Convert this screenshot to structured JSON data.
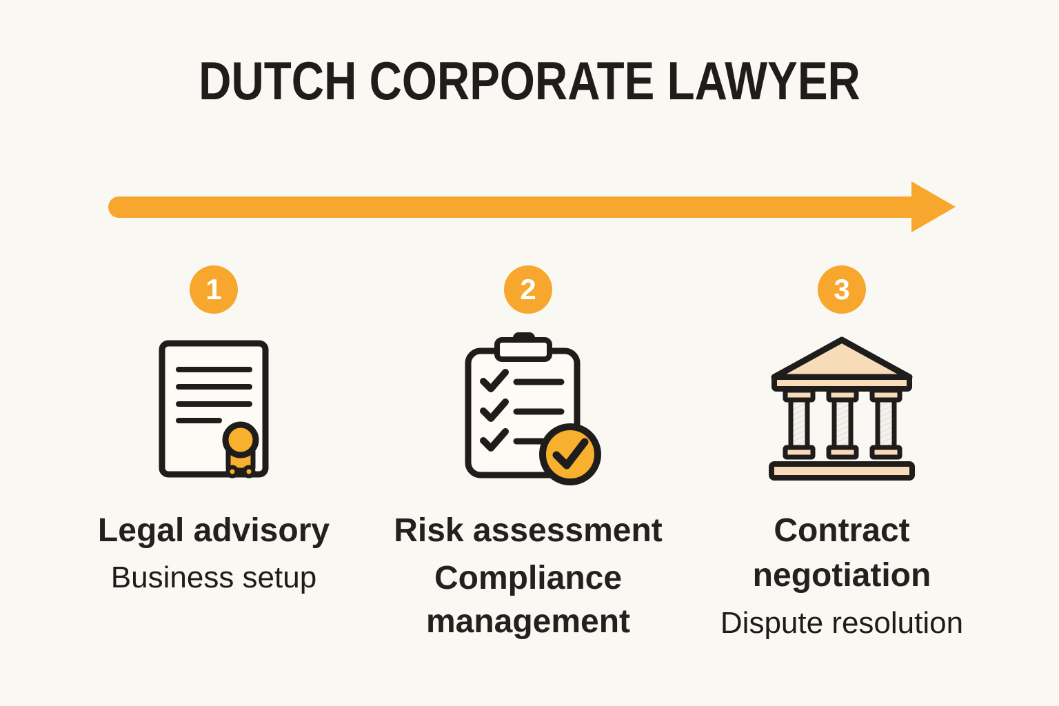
{
  "title": "DUTCH CORPORATE LAWYER",
  "colors": {
    "bg": "#FAF8F2",
    "accent": "#F7A72E",
    "icon_accent": "#F8B02F",
    "dark": "#1E1D1B",
    "peach": "#F8DBB9",
    "cream": "#FDFBF6",
    "shaft": "#F4F2EC",
    "number_text": "#FFFFFF"
  },
  "arrow": {
    "direction": "right"
  },
  "steps": [
    {
      "number": "1",
      "icon": "certificate-seal-icon",
      "title": [
        "Legal advisory"
      ],
      "subtitle": [
        "Business setup"
      ]
    },
    {
      "number": "2",
      "icon": "checklist-clipboard-icon",
      "title": [
        "Risk assessment"
      ],
      "subtitle": [
        "Compliance",
        "management"
      ]
    },
    {
      "number": "3",
      "icon": "courthouse-building-icon",
      "title": [
        "Contract",
        "negotiation"
      ],
      "subtitle": [
        "Dispute resolution"
      ]
    }
  ]
}
